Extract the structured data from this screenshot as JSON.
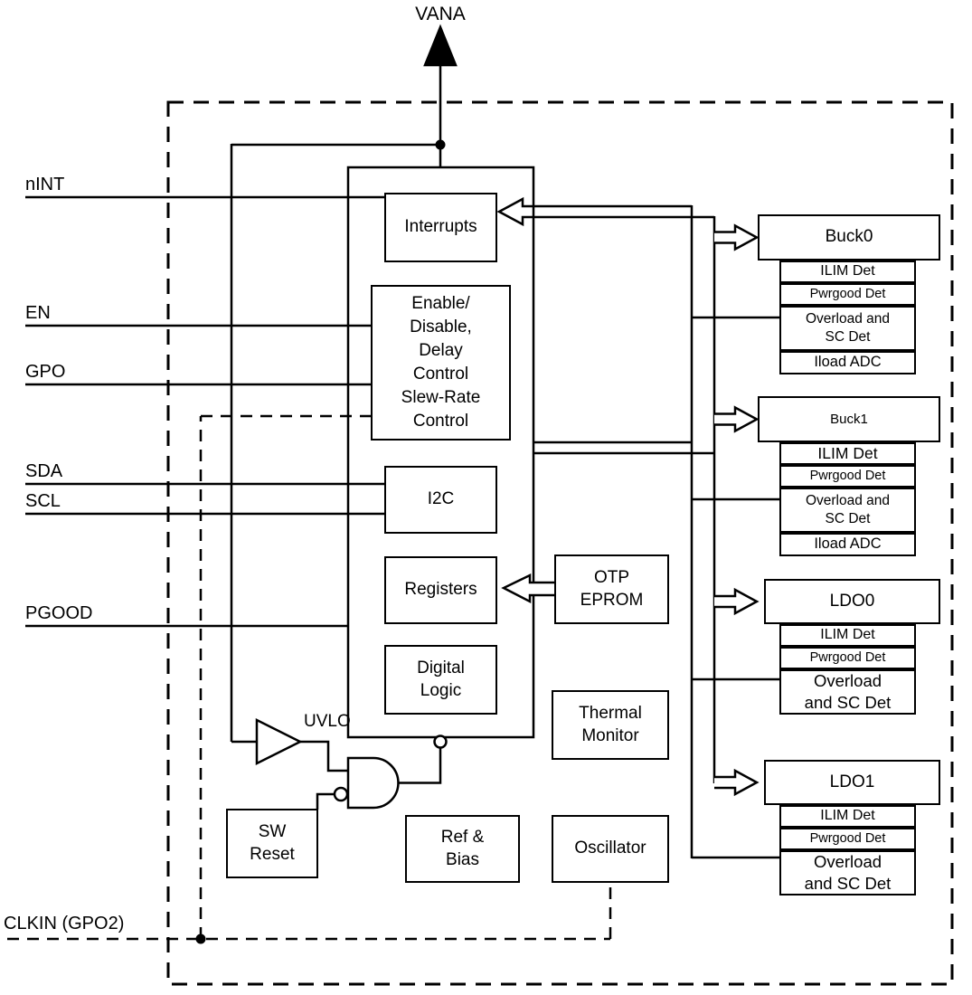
{
  "colors": {
    "line": "#000000",
    "background": "#ffffff",
    "text": "#000000"
  },
  "pins": {
    "vana": "VANA",
    "nint": "nINT",
    "en": "EN",
    "gpo": "GPO",
    "sda": "SDA",
    "scl": "SCL",
    "pgood": "PGOOD",
    "clkin": "CLKIN (GPO2)",
    "uvlo": "UVLO"
  },
  "core": {
    "interrupts": "Interrupts",
    "enable": {
      "lines": [
        "Enable/",
        "Disable,",
        "Delay",
        "Control",
        "Slew-Rate",
        "Control"
      ]
    },
    "i2c": "I2C",
    "registers": "Registers",
    "digital_logic": {
      "lines": [
        "Digital",
        "Logic"
      ]
    }
  },
  "support": {
    "otp": {
      "lines": [
        "OTP",
        "EPROM"
      ]
    },
    "thermal": {
      "lines": [
        "Thermal",
        "Monitor"
      ]
    },
    "ref_bias": {
      "lines": [
        "Ref &",
        "Bias"
      ]
    },
    "oscillator": "Oscillator",
    "sw_reset": {
      "lines": [
        "SW",
        "Reset"
      ]
    }
  },
  "regulators": [
    {
      "name": "Buck0",
      "rows": [
        {
          "lines": [
            "ILIM Det"
          ]
        },
        {
          "lines": [
            "Pwrgood Det"
          ]
        },
        {
          "lines": [
            "Overload and",
            "SC Det"
          ]
        },
        {
          "lines": [
            "Iload ADC"
          ]
        }
      ]
    },
    {
      "name": "Buck1",
      "rows": [
        {
          "lines": [
            "ILIM Det"
          ]
        },
        {
          "lines": [
            "Pwrgood Det"
          ]
        },
        {
          "lines": [
            "Overload and",
            "SC Det"
          ]
        },
        {
          "lines": [
            "Iload ADC"
          ]
        }
      ]
    },
    {
      "name": "LDO0",
      "rows": [
        {
          "lines": [
            "ILIM Det"
          ]
        },
        {
          "lines": [
            "Pwrgood Det"
          ]
        },
        {
          "lines": [
            "Overload",
            "and SC Det"
          ]
        }
      ]
    },
    {
      "name": "LDO1",
      "rows": [
        {
          "lines": [
            "ILIM Det"
          ]
        },
        {
          "lines": [
            "Pwrgood Det"
          ]
        },
        {
          "lines": [
            "Overload",
            "and SC Det"
          ]
        }
      ]
    }
  ]
}
